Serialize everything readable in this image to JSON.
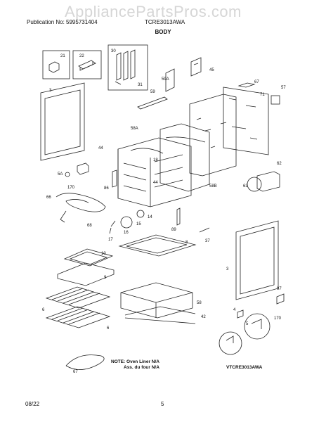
{
  "header": {
    "publication_label": "Publication No: 5995731404",
    "model": "TCRE3013AWA",
    "watermark": "AppliancePartsPros.com"
  },
  "title": "BODY",
  "note": {
    "line1": "NOTE: Oven Liner N/A",
    "line2": "Ass. du four N/A"
  },
  "diagram_code": "VTCRE3013AWA",
  "footer": {
    "date": "08/22",
    "page": "5"
  },
  "part_labels": {
    "p21": "21",
    "p22": "22",
    "p30": "30",
    "p31": "31",
    "p45": "45",
    "p59": "59",
    "p59a": "59A",
    "p67": "67",
    "p71": "71",
    "p57": "57",
    "p3a": "3",
    "p58a": "58A",
    "p44a": "44",
    "p18": "18",
    "p44b": "44",
    "p5a": "5A",
    "p170a": "170",
    "p86": "86",
    "p58b": "58B",
    "p62": "62",
    "p63": "63",
    "p66": "66",
    "p68": "68",
    "p14": "14",
    "p15": "15",
    "p16": "16",
    "p17": "17",
    "p89": "89",
    "p37": "37",
    "p10": "10",
    "p9": "9",
    "p8": "8",
    "p3b": "3",
    "p58": "58",
    "p42": "42",
    "p6a": "6",
    "p6b": "6",
    "p5": "5",
    "p170b": "170",
    "p4": "4",
    "p97": "97"
  }
}
